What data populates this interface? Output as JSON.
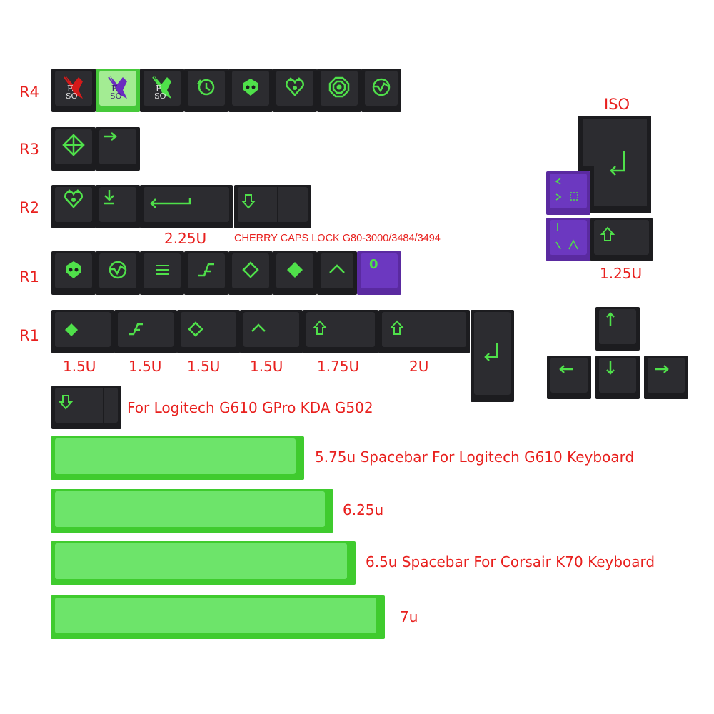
{
  "row_labels": {
    "r4": "R4",
    "r3": "R3",
    "r2": "R2",
    "r1a": "R1",
    "r1b": "R1"
  },
  "iso": {
    "title": "ISO",
    "size": "1.25U"
  },
  "r2": {
    "enter_size": "2.25U",
    "cherry_note": "CHERRY CAPS LOCK G80-3000/3484/3494"
  },
  "r4_keys": {
    "eva_text": "E\nSO"
  },
  "r1_numeral": "0",
  "r1_sizes": [
    "1.5U",
    "1.5U",
    "1.5U",
    "1.5U",
    "1.75U",
    "2U"
  ],
  "logitech_note": "For Logitech G610  GPro KDA G502",
  "spacebars": [
    {
      "label": "5.75u Spacebar For Logitech G610 Keyboard"
    },
    {
      "label": "6.25u"
    },
    {
      "label": "6.5u Spacebar For Corsair K70 Keyboard"
    },
    {
      "label": "7u"
    }
  ],
  "colors": {
    "legend": "#4fe04a",
    "keycap": "#1c1c1f",
    "purple": "#5a2aa0",
    "green": "#46c93a",
    "label": "#e8201e"
  }
}
